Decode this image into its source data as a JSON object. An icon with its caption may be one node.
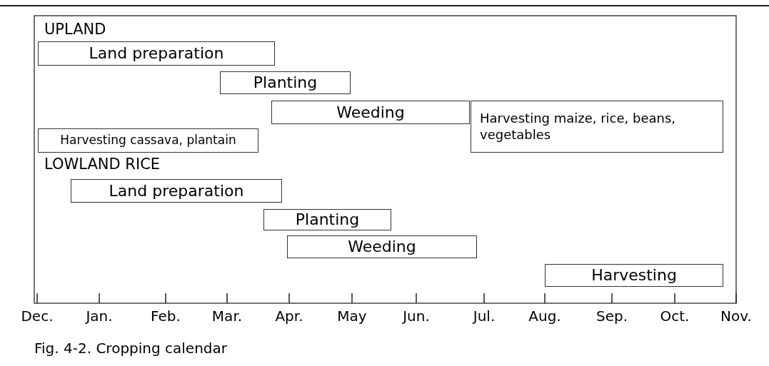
{
  "diagram": {
    "caption": "Fig. 4-2. Cropping calendar",
    "nodes": [
      {
        "text": [
          "Land preparation"
        ]
      },
      {
        "text": [
          "Planting"
        ]
      },
      {
        "text": [
          "Weeding"
        ]
      },
      {
        "text": [
          "Harvesting cassava, plantain"
        ]
      },
      {
        "text": [
          "Harvesting maize, rice, beans, vegetables"
        ]
      },
      {
        "text": [
          "Land preparation"
        ]
      },
      {
        "text": [
          "Planting"
        ]
      },
      {
        "text": [
          "Weeding"
        ]
      },
      {
        "text": [
          "Harvesting"
        ]
      }
    ],
    "labels": [
      "UPLAND",
      "LOWLAND RICE",
      "Dec.",
      "Jan.",
      "Feb.",
      "Mar.",
      "Apr.",
      "May",
      "Jun.",
      "Jul.",
      "Aug.",
      "Sep.",
      "Oct.",
      "Nov."
    ]
  }
}
